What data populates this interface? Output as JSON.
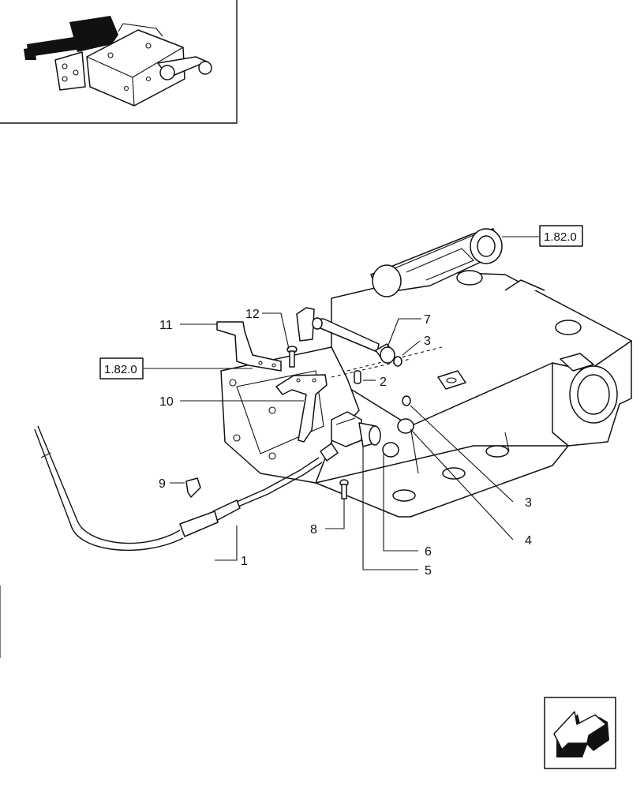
{
  "colors": {
    "ink": "#111111",
    "paper": "#ffffff"
  },
  "icons": {
    "thumbnail": "overview-thumbnail-icon",
    "navigation": "next-page-arrow-icon"
  },
  "callouts": [
    {
      "id": "c1",
      "label": "1"
    },
    {
      "id": "c2",
      "label": "2"
    },
    {
      "id": "c3a",
      "label": "3"
    },
    {
      "id": "c3b",
      "label": "3"
    },
    {
      "id": "c4",
      "label": "4"
    },
    {
      "id": "c5",
      "label": "5"
    },
    {
      "id": "c6",
      "label": "6"
    },
    {
      "id": "c7",
      "label": "7"
    },
    {
      "id": "c8",
      "label": "8"
    },
    {
      "id": "c9",
      "label": "9"
    },
    {
      "id": "c10",
      "label": "10"
    },
    {
      "id": "c11",
      "label": "11"
    },
    {
      "id": "c12",
      "label": "12"
    }
  ],
  "references": [
    {
      "id": "ref-top",
      "label": "1.82.0"
    },
    {
      "id": "ref-left",
      "label": "1.82.0"
    }
  ]
}
